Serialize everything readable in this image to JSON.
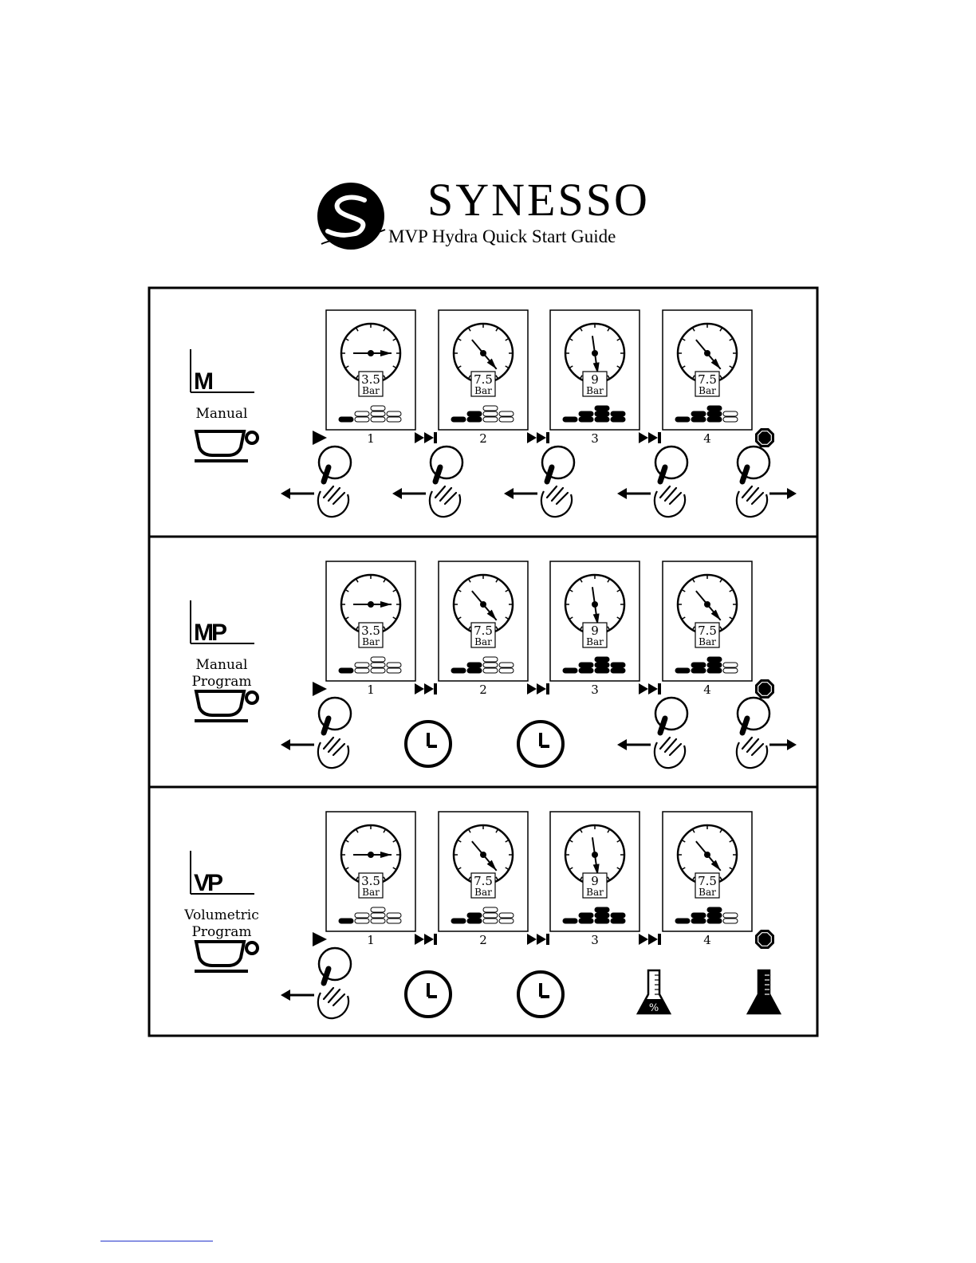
{
  "header": {
    "brand": "SYNESSO",
    "subtitle": "MVP Hydra Quick Start Guide"
  },
  "modes": [
    {
      "code": "M",
      "label_lines": [
        "Manual"
      ],
      "gauges": [
        {
          "step": "1",
          "value": "3.5",
          "unit": "Bar"
        },
        {
          "step": "2",
          "value": "7.5",
          "unit": "Bar"
        },
        {
          "step": "3",
          "value": "9",
          "unit": "Bar"
        },
        {
          "step": "4",
          "value": "7.5",
          "unit": "Bar"
        }
      ],
      "actions": [
        "paddle-left",
        "paddle-left",
        "paddle-left",
        "paddle-left",
        "paddle-right"
      ]
    },
    {
      "code": "MP",
      "label_lines": [
        "Manual",
        "Program"
      ],
      "gauges": [
        {
          "step": "1",
          "value": "3.5",
          "unit": "Bar"
        },
        {
          "step": "2",
          "value": "7.5",
          "unit": "Bar"
        },
        {
          "step": "3",
          "value": "9",
          "unit": "Bar"
        },
        {
          "step": "4",
          "value": "7.5",
          "unit": "Bar"
        }
      ],
      "actions": [
        "paddle-left",
        "clock",
        "clock",
        "paddle-left",
        "paddle-right"
      ]
    },
    {
      "code": "VP",
      "label_lines": [
        "Volumetric",
        "Program"
      ],
      "gauges": [
        {
          "step": "1",
          "value": "3.5",
          "unit": "Bar"
        },
        {
          "step": "2",
          "value": "7.5",
          "unit": "Bar"
        },
        {
          "step": "3",
          "value": "9",
          "unit": "Bar"
        },
        {
          "step": "4",
          "value": "7.5",
          "unit": "Bar"
        }
      ],
      "actions": [
        "paddle-left",
        "clock",
        "clock",
        "beaker-percent",
        "beaker-full"
      ]
    }
  ],
  "beaker_percent_symbol": "%",
  "icons": {
    "start": "play-icon",
    "next": "fast-forward-icon",
    "stop": "stop-octagon-icon",
    "cup": "coffee-cup-icon",
    "clock": "clock-icon",
    "paddle": "paddle-hand-icon",
    "beaker": "beaker-icon"
  },
  "colors": {
    "ink": "#000000",
    "paper": "#ffffff",
    "link": "#2233cc"
  }
}
